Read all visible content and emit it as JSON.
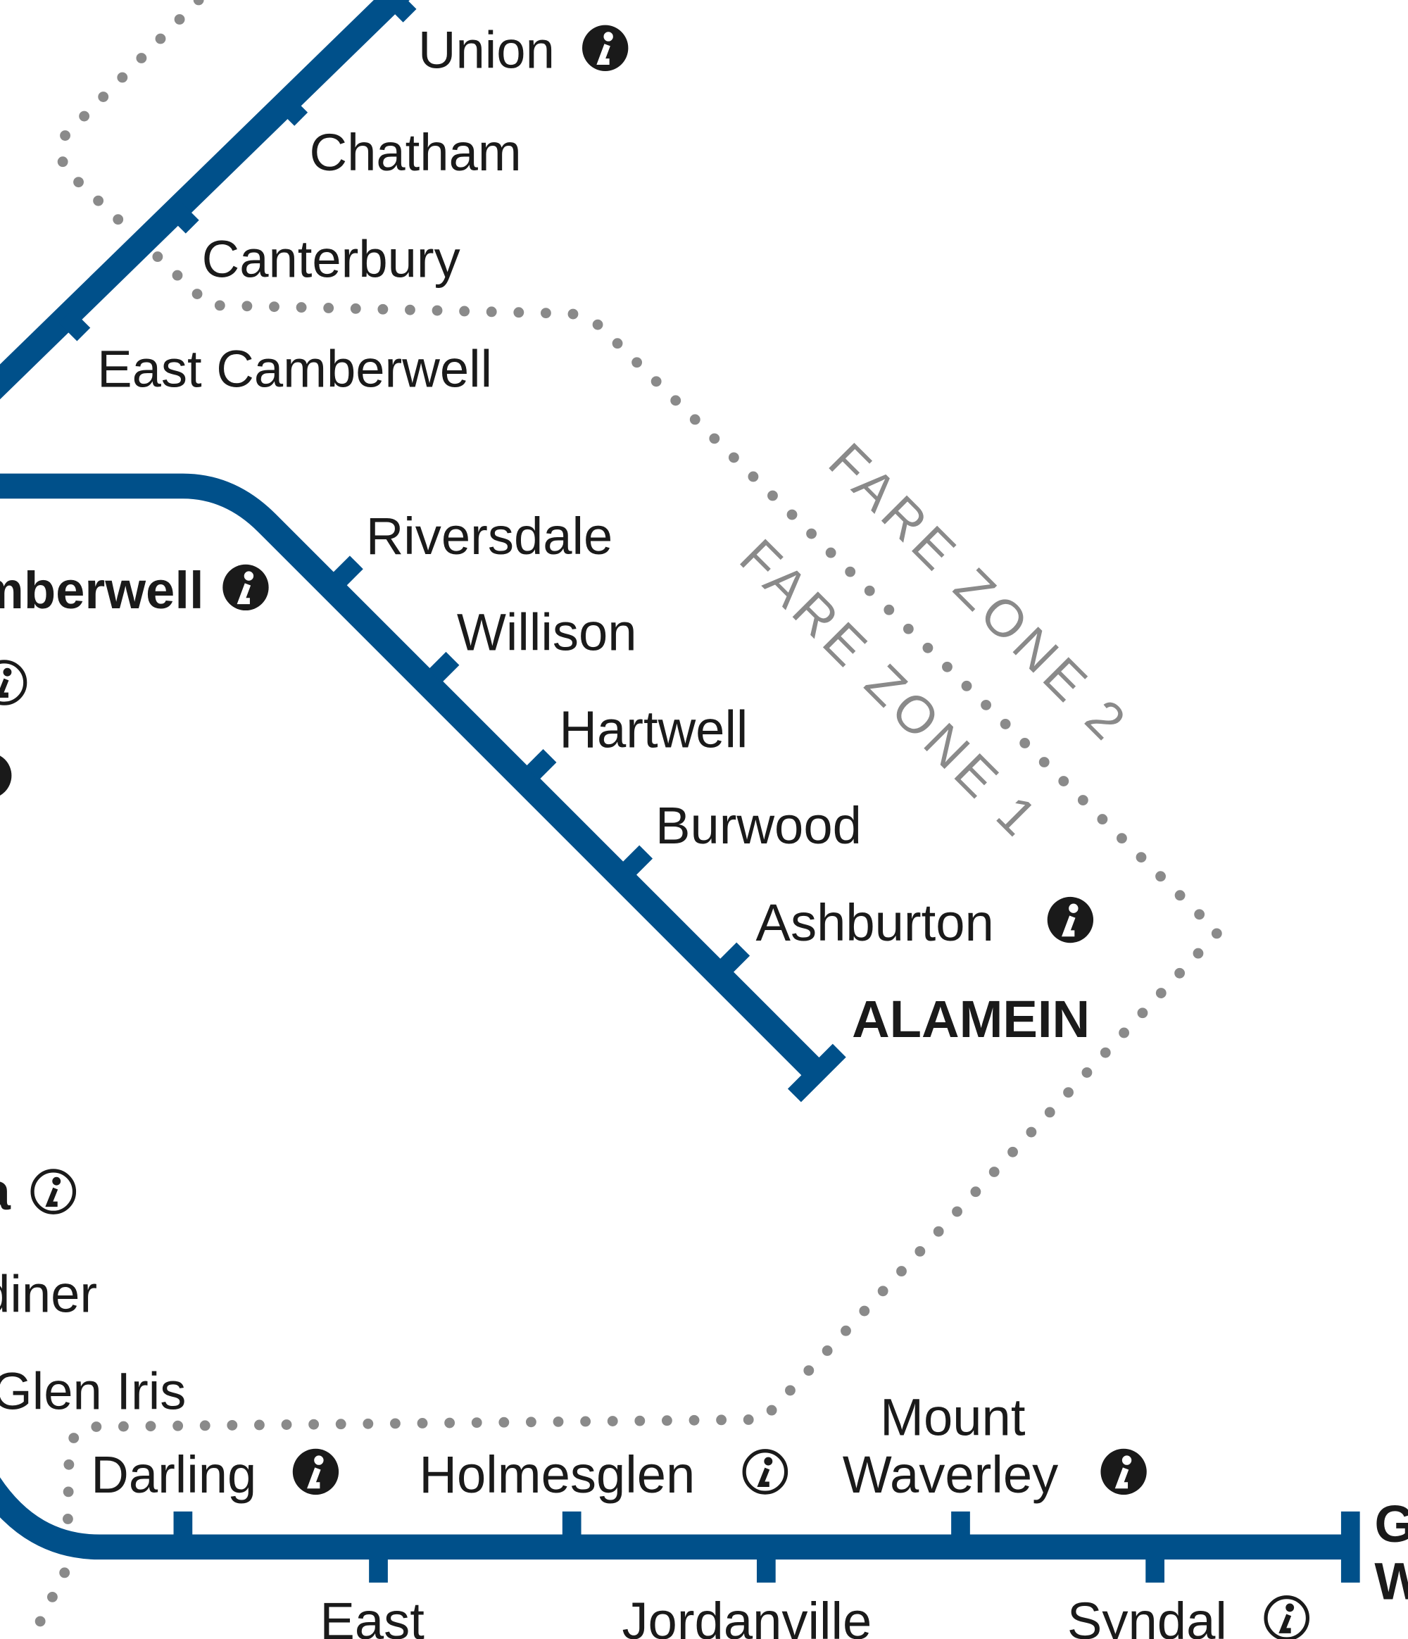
{
  "map": {
    "line_color": "#00508a",
    "zone_color": "#8a8a8a",
    "fare_zones": [
      "FARE ZONE 2",
      "FARE ZONE 1"
    ],
    "stations_top_line": [
      {
        "name": "Union",
        "info": "filled"
      },
      {
        "name": "Chatham"
      },
      {
        "name": "Canterbury"
      },
      {
        "name": "East Camberwell"
      }
    ],
    "stations_alamein_line": [
      {
        "name": "Camberwell",
        "info": "filled"
      },
      {
        "name": "Riversdale"
      },
      {
        "name": "Willison"
      },
      {
        "name": "Hartwell"
      },
      {
        "name": "Burwood"
      },
      {
        "name": "Ashburton",
        "info": "filled"
      },
      {
        "name": "ALAMEIN"
      }
    ],
    "stations_left_column": [
      {
        "name": "Tooronga",
        "info": "outline"
      },
      {
        "name": "Gardiner"
      },
      {
        "name": "Glen Iris"
      }
    ],
    "stations_glen_waverley_line": [
      {
        "name": "Darling",
        "info": "filled"
      },
      {
        "name": "East"
      },
      {
        "name": "Holmesglen",
        "info": "outline"
      },
      {
        "name": "Jordanville"
      },
      {
        "name": "Mount",
        "name2": "Waverley",
        "info": "filled"
      },
      {
        "name": "Syndal",
        "info": "outline"
      },
      {
        "name": "Glen",
        "name2": "Waverley"
      }
    ]
  }
}
